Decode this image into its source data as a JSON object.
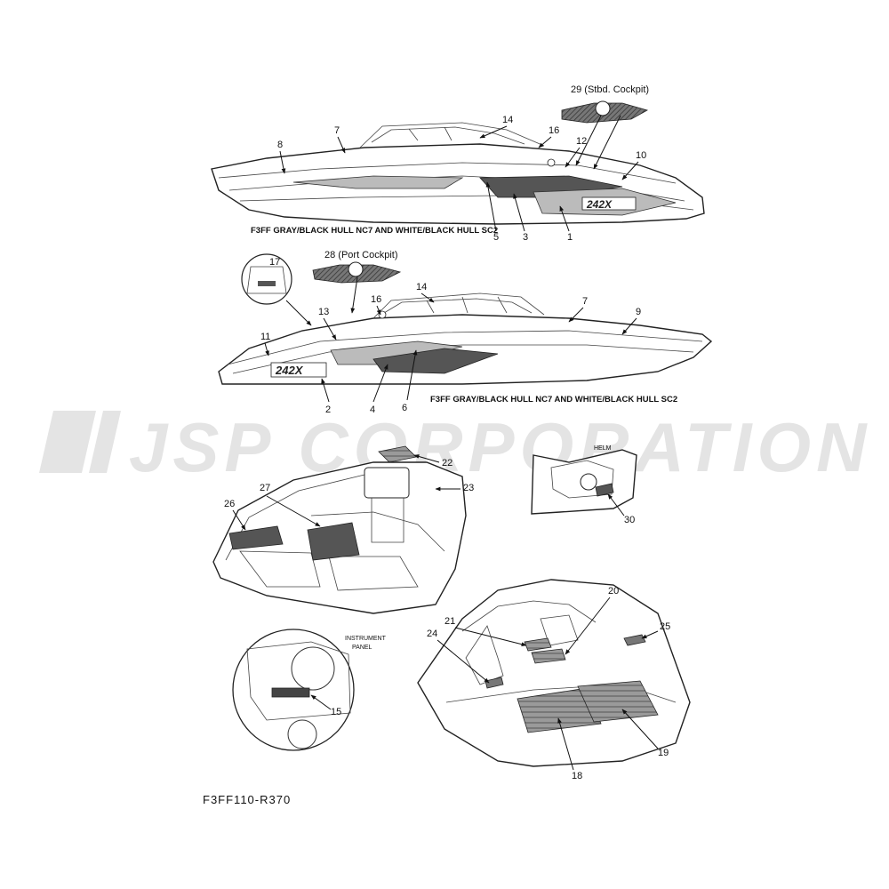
{
  "watermark": "JSP CORPORATION",
  "diagram_code": "F3FF110-R370",
  "starboard_view": {
    "caption": "F3FF GRAY/BLACK HULL NC7 AND WHITE/BLACK HULL SC2",
    "callouts": [
      "29 (Stbd. Cockpit)",
      "14",
      "16",
      "12",
      "10",
      "8",
      "7",
      "5",
      "3",
      "1"
    ],
    "model_badge": "242X"
  },
  "port_view": {
    "caption": "F3FF GRAY/BLACK HULL NC7 AND WHITE/BLACK HULL SC2",
    "callouts": [
      "28 (Port Cockpit)",
      "17",
      "16",
      "14",
      "7",
      "9",
      "13",
      "11",
      "2",
      "4",
      "6"
    ],
    "model_badge": "242X"
  },
  "bow_view": {
    "callouts": [
      "22",
      "23",
      "27",
      "26"
    ]
  },
  "helm_view": {
    "label": "HELM",
    "callouts": [
      "30"
    ]
  },
  "instrument_view": {
    "label_line1": "INSTRUMENT",
    "label_line2": "PANEL",
    "callouts": [
      "15"
    ]
  },
  "stern_view": {
    "callouts": [
      "20",
      "21",
      "24",
      "25",
      "18",
      "19"
    ]
  }
}
